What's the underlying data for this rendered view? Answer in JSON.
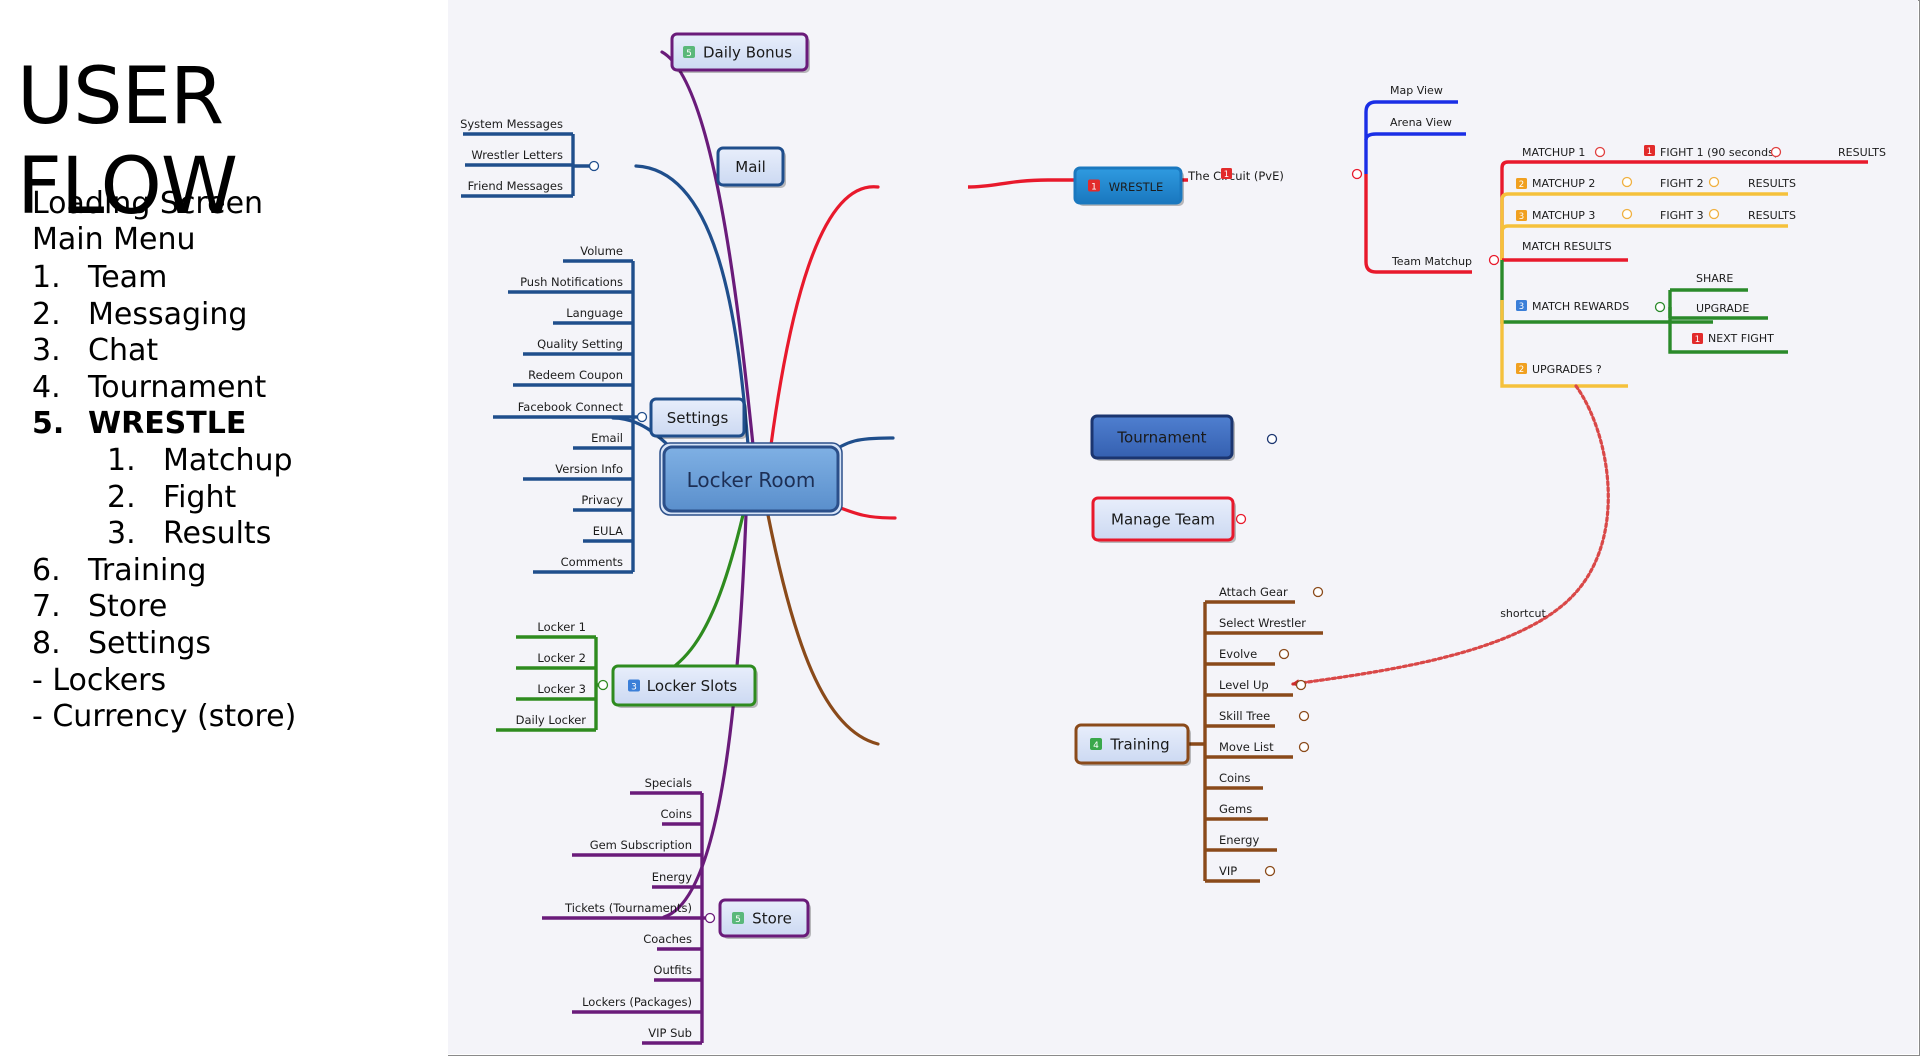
{
  "slide": {
    "title": "USER FLOW",
    "outline": [
      {
        "num": "",
        "text": "Loading Screen",
        "level": 0,
        "bold": false
      },
      {
        "num": "",
        "text": "Main Menu",
        "level": 0,
        "bold": false
      },
      {
        "num": "1.",
        "text": "Team",
        "level": 1,
        "bold": false
      },
      {
        "num": "2.",
        "text": "Messaging",
        "level": 1,
        "bold": false
      },
      {
        "num": "3.",
        "text": "Chat",
        "level": 1,
        "bold": false
      },
      {
        "num": "4.",
        "text": "Tournament",
        "level": 1,
        "bold": false
      },
      {
        "num": "5.",
        "text": "WRESTLE",
        "level": 1,
        "bold": true
      },
      {
        "num": "1.",
        "text": "Matchup",
        "level": 2,
        "bold": false
      },
      {
        "num": "2.",
        "text": "Fight",
        "level": 2,
        "bold": false
      },
      {
        "num": "3.",
        "text": "Results",
        "level": 2,
        "bold": false
      },
      {
        "num": "6.",
        "text": "Training",
        "level": 1,
        "bold": false
      },
      {
        "num": "7.",
        "text": "Store",
        "level": 1,
        "bold": false
      },
      {
        "num": "8.",
        "text": "Settings",
        "level": 1,
        "bold": false
      },
      {
        "num": "",
        "text": "- Lockers",
        "level": 0,
        "bold": false
      },
      {
        "num": "",
        "text": "- Currency (store)",
        "level": 0,
        "bold": false
      }
    ]
  },
  "mindmap": {
    "center": "Locker Room",
    "daily_bonus": {
      "label": "Daily Bonus",
      "badge": "5"
    },
    "mail": {
      "label": "Mail",
      "items": [
        "System Messages",
        "Wrestler Letters",
        "Friend Messages"
      ]
    },
    "settings": {
      "label": "Settings",
      "items": [
        "Volume",
        "Push Notifications",
        "Language",
        "Quality Setting",
        "Redeem Coupon",
        "Facebook Connect",
        "Email",
        "Version Info",
        "Privacy",
        "EULA",
        "Comments"
      ]
    },
    "locker_slots": {
      "label": "Locker Slots",
      "badge": "3",
      "items": [
        "Locker 1",
        "Locker 2",
        "Locker 3",
        "Daily Locker"
      ]
    },
    "store": {
      "label": "Store",
      "badge": "5",
      "items": [
        "Specials",
        "Coins",
        "Gem Subscription",
        "Energy",
        "Tickets (Tournaments)",
        "Coaches",
        "Outfits",
        "Lockers (Packages)",
        "VIP Sub"
      ]
    },
    "tournament": {
      "label": "Tournament"
    },
    "manage_team": {
      "label": "Manage Team"
    },
    "training": {
      "label": "Training",
      "badge": "4",
      "items": [
        "Attach Gear",
        "Select Wrestler",
        "Evolve",
        "Level Up",
        "Skill Tree",
        "Move List",
        "Coins",
        "Gems",
        "Energy",
        "VIP"
      ]
    },
    "wrestle": {
      "label": "WRESTLE",
      "badge": "1",
      "circuit": "The Circuit (PvE)",
      "circuit_badge": "1",
      "map_view": "Map View",
      "arena_view": "Arena View",
      "team_matchup": "Team Matchup",
      "matchup1": "MATCHUP 1",
      "fight1": "FIGHT 1 (90 seconds)",
      "fight1_badge": "1",
      "results1": "RESULTS",
      "matchup2": "MATCHUP 2",
      "matchup2_badge": "2",
      "fight2": "FIGHT 2",
      "results2": "RESULTS",
      "matchup3": "MATCHUP 3",
      "matchup3_badge": "3",
      "fight3": "FIGHT 3",
      "results3": "RESULTS",
      "match_results": "MATCH RESULTS",
      "match_rewards": "MATCH REWARDS",
      "match_rewards_badge": "3",
      "share": "SHARE",
      "upgrade": "UPGRADE",
      "next_fight": "NEXT FIGHT",
      "next_fight_badge": "1",
      "upgrades": "UPGRADES ?",
      "upgrades_badge": "2"
    },
    "shortcut": "shortcut",
    "colors": {
      "navy": "#1f4e8c",
      "purple": "#6a1b7a",
      "green": "#2e8b1f",
      "brown": "#8a4a1a",
      "red": "#e8192c",
      "blue": "#1a2ee6",
      "orange": "#f5c13c",
      "dark_green": "#2a8a2a"
    }
  }
}
